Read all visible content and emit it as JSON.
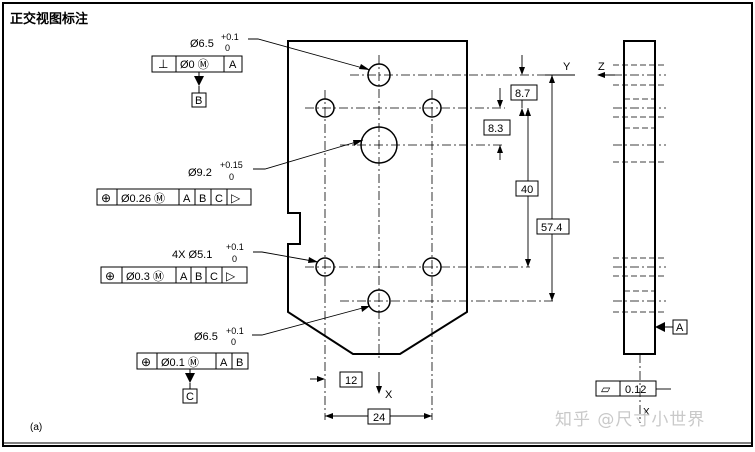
{
  "title": "正交视图标注",
  "watermark": "知乎 @尺寸小世界",
  "figure_label": "(a)",
  "axes": {
    "y": "Y",
    "z": "Z",
    "x_bottom": "X",
    "x_side": "X"
  },
  "datum_labels": {
    "a": "A",
    "b": "B",
    "c": "C"
  },
  "hole_top": {
    "size": "Ø6.5",
    "tol_upper": "+0.1",
    "tol_lower": "0",
    "fcf": {
      "symbol": "⊥",
      "tolerance": "Ø0 Ⓜ",
      "datum1": "A"
    }
  },
  "hole_center": {
    "size": "Ø9.2",
    "tol_upper": "+0.15",
    "tol_lower": "0",
    "fcf": {
      "symbol": "⊕",
      "tolerance": "Ø0.26 Ⓜ",
      "datum1": "A",
      "datum2": "B",
      "datum3": "C",
      "modifier": "▷"
    }
  },
  "hole_pattern": {
    "count_size": "4X Ø5.1",
    "tol_upper": "+0.1",
    "tol_lower": "0",
    "fcf": {
      "symbol": "⊕",
      "tolerance": "Ø0.3 Ⓜ",
      "datum1": "A",
      "datum2": "B",
      "datum3": "C",
      "modifier": "▷"
    }
  },
  "hole_bottom": {
    "size": "Ø6.5",
    "tol_upper": "+0.1",
    "tol_lower": "0",
    "fcf": {
      "symbol": "⊕",
      "tolerance": "Ø0.1 Ⓜ",
      "datum1": "A",
      "datum2": "B"
    }
  },
  "dimensions": {
    "d_8_7": "8.7",
    "d_8_3": "8.3",
    "d_40": "40",
    "d_57_4": "57.4",
    "d_12": "12",
    "d_24": "24"
  },
  "flatness": {
    "symbol": "▱",
    "tolerance": "0.12"
  }
}
